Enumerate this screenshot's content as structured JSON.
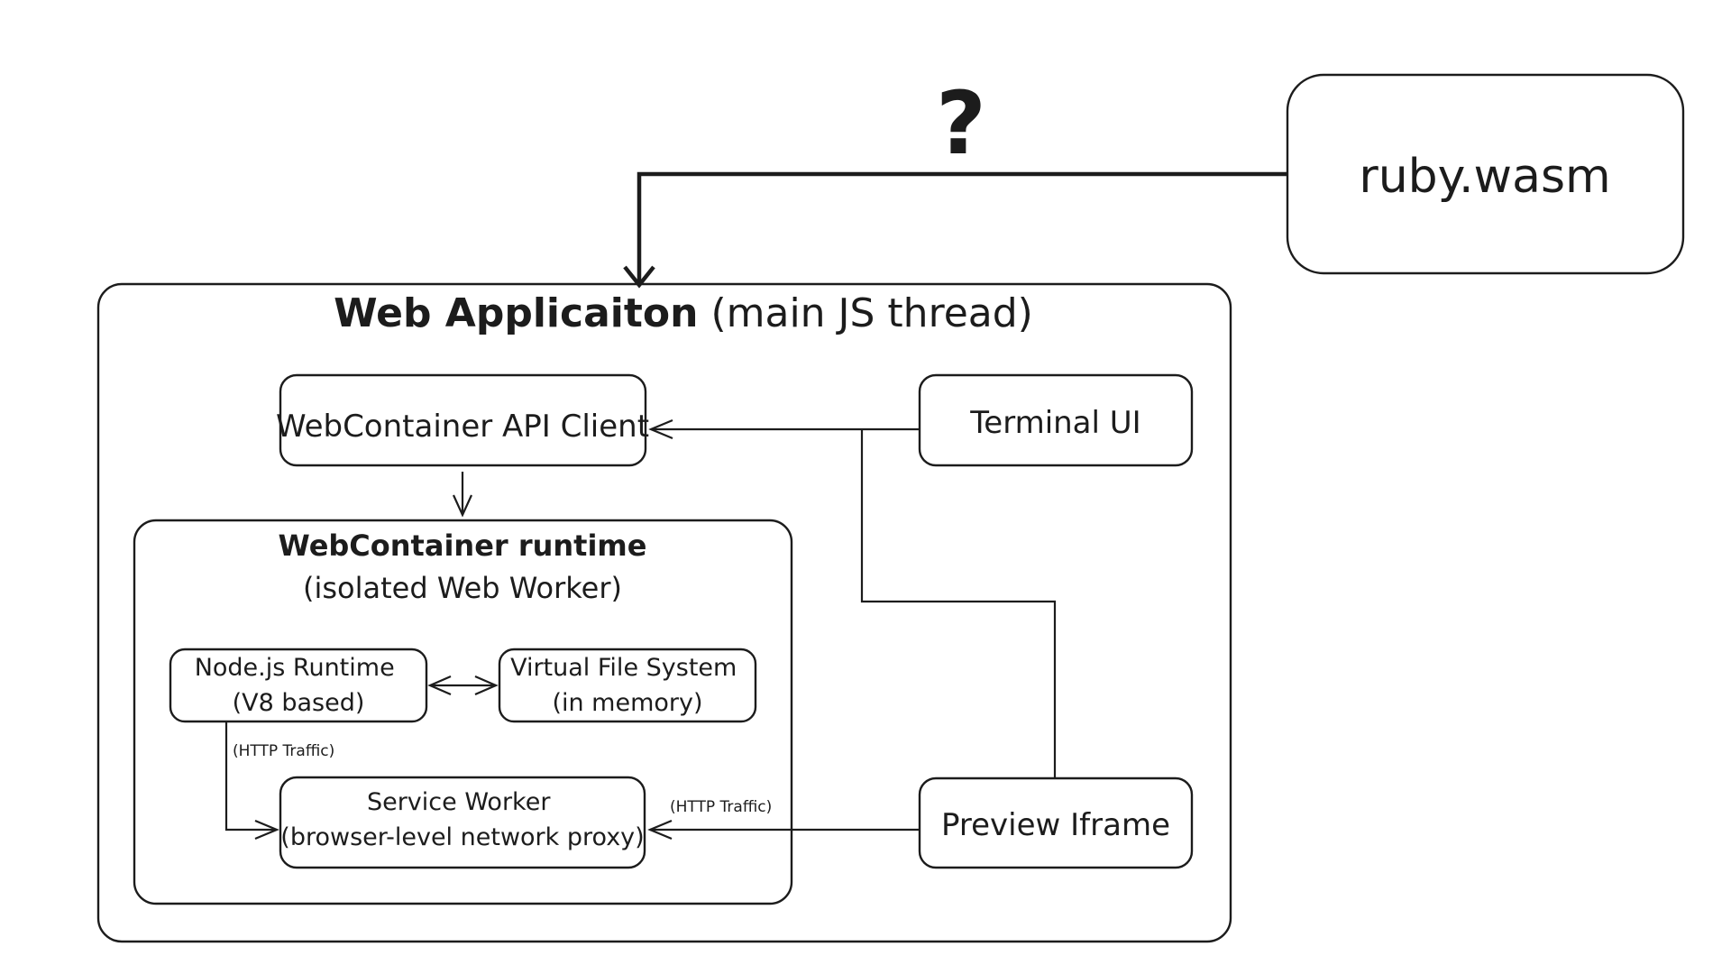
{
  "external": {
    "ruby_wasm": "ruby.wasm",
    "question_mark": "?"
  },
  "web_app": {
    "title_bold": "Web Applicaiton",
    "title_rest": "(main JS thread)"
  },
  "nodes": {
    "api_client": "WebContainer API Client",
    "terminal_ui": "Terminal UI",
    "preview_iframe": "Preview Iframe"
  },
  "runtime": {
    "title": "WebContainer runtime",
    "subtitle": "(isolated Web Worker)",
    "node_js": {
      "line1": "Node.js Runtime",
      "line2": "(V8 based)"
    },
    "vfs": {
      "line1": "Virtual File System",
      "line2": "(in memory)"
    },
    "service_worker": {
      "line1": "Service Worker",
      "line2": "(browser-level network proxy)"
    }
  },
  "edge_labels": {
    "http_traffic_internal": "(HTTP Traffic)",
    "http_traffic_preview": "(HTTP Traffic)"
  }
}
